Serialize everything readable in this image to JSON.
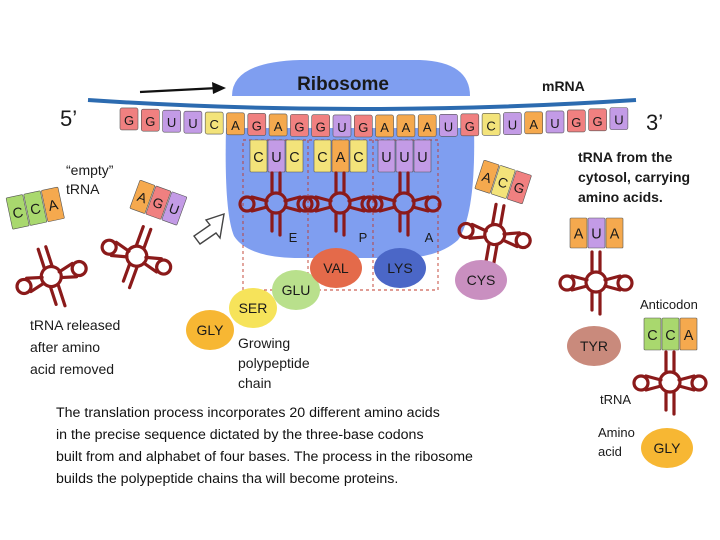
{
  "ribosome": {
    "label": "Ribosome",
    "sites": [
      "E",
      "P",
      "A"
    ]
  },
  "mrna": {
    "label": "mRNA",
    "five_prime": "5’",
    "three_prime": "3’",
    "bases": [
      "G",
      "G",
      "U",
      "U",
      "C",
      "A",
      "G",
      "A",
      "G",
      "G",
      "U",
      "G",
      "A",
      "A",
      "A",
      "U",
      "G",
      "C",
      "U",
      "A",
      "U",
      "G",
      "G",
      "U"
    ]
  },
  "trnas": {
    "empty": {
      "label_line1": "“empty”",
      "label_line2": "tRNA",
      "anticodon": [
        "A",
        "G",
        "U"
      ]
    },
    "released": {
      "anticodon": [
        "C",
        "C",
        "A"
      ],
      "label": [
        "tRNA released",
        "after amino",
        "acid removed"
      ]
    },
    "site_p_left": {
      "anticodon": [
        "C",
        "U",
        "C"
      ]
    },
    "site_p_right": {
      "anticodon": [
        "C",
        "A",
        "C"
      ]
    },
    "site_a": {
      "anticodon": [
        "U",
        "U",
        "U"
      ]
    },
    "incoming": {
      "anticodon": [
        "A",
        "C",
        "G"
      ]
    },
    "cytosol": {
      "anticodon": [
        "A",
        "U",
        "A"
      ],
      "amino_acid": "TYR",
      "label": [
        "tRNA from the",
        "cytosol, carrying",
        "amino acids."
      ]
    },
    "legend": {
      "anticodon": [
        "C",
        "C",
        "A"
      ],
      "anticodon_label": "Anticodon",
      "trna_label": "tRNA",
      "amino_label": [
        "Amino",
        "acid"
      ],
      "amino_acid": "GLY"
    }
  },
  "chain": {
    "amino_acids": [
      "GLY",
      "SER",
      "GLU",
      "VAL",
      "LYS"
    ],
    "next_amino_acid": "CYS",
    "label": [
      "Growing",
      "polypeptide",
      "chain"
    ]
  },
  "caption": [
    "The translation process incorporates 20 different amino acids",
    "in the precise sequence dictated by the three-base codons",
    "built from and alphabet of four bases.  The process in the ribosome",
    "builds the polypeptide chains tha will become proteins."
  ],
  "colors": {
    "G": "#f08080",
    "U": "#c39be6",
    "C": "#f3e37a",
    "A": "#f5a94e",
    "ribosome": "#7f9ef0",
    "mrna_strand": "#2c6bb0",
    "trna": "#8b1a1a",
    "gly": "#f7b733",
    "ser": "#f6e35a",
    "glu": "#b9e08c",
    "val": "#e46a4a",
    "lys": "#4b67c7",
    "cys": "#c98fc0",
    "tyr": "#c98a7c",
    "green_block": "#a9d86e",
    "orange_block": "#f5a94e",
    "site_text": "#d0382a"
  }
}
